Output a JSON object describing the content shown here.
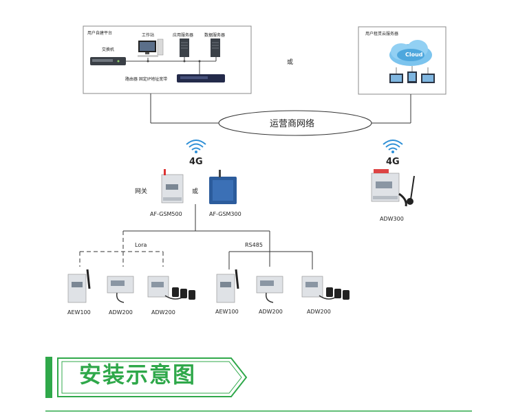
{
  "left_platform": {
    "title": "用户自建平台",
    "switch_label": "交换机",
    "workstation_label": "工作站",
    "app_server_label": "应用服务器",
    "db_server_label": "数据服务器",
    "router_label": "路由器 固定IP地址宽带"
  },
  "or_top": "或",
  "right_platform": {
    "title": "用户租赁云服务器",
    "cloud_label": "Cloud"
  },
  "carrier_network": "运营商网络",
  "signal_left": "4G",
  "signal_right": "4G",
  "gateway_label": "网关",
  "or_gateway": "或",
  "gateway_models": [
    "AF-GSM500",
    "AF-GSM300"
  ],
  "adw300_label": "ADW300",
  "bus_lora": "Lora",
  "bus_rs485": "RS485",
  "devices": [
    "AEW100",
    "ADW200",
    "ADW200",
    "AEW100",
    "ADW200",
    "ADW200"
  ],
  "banner_title": "安装示意图",
  "colors": {
    "accent_green": "#2fa84a",
    "wifi_blue": "#2e8fd6",
    "device_gray": "#cfd3d8"
  }
}
